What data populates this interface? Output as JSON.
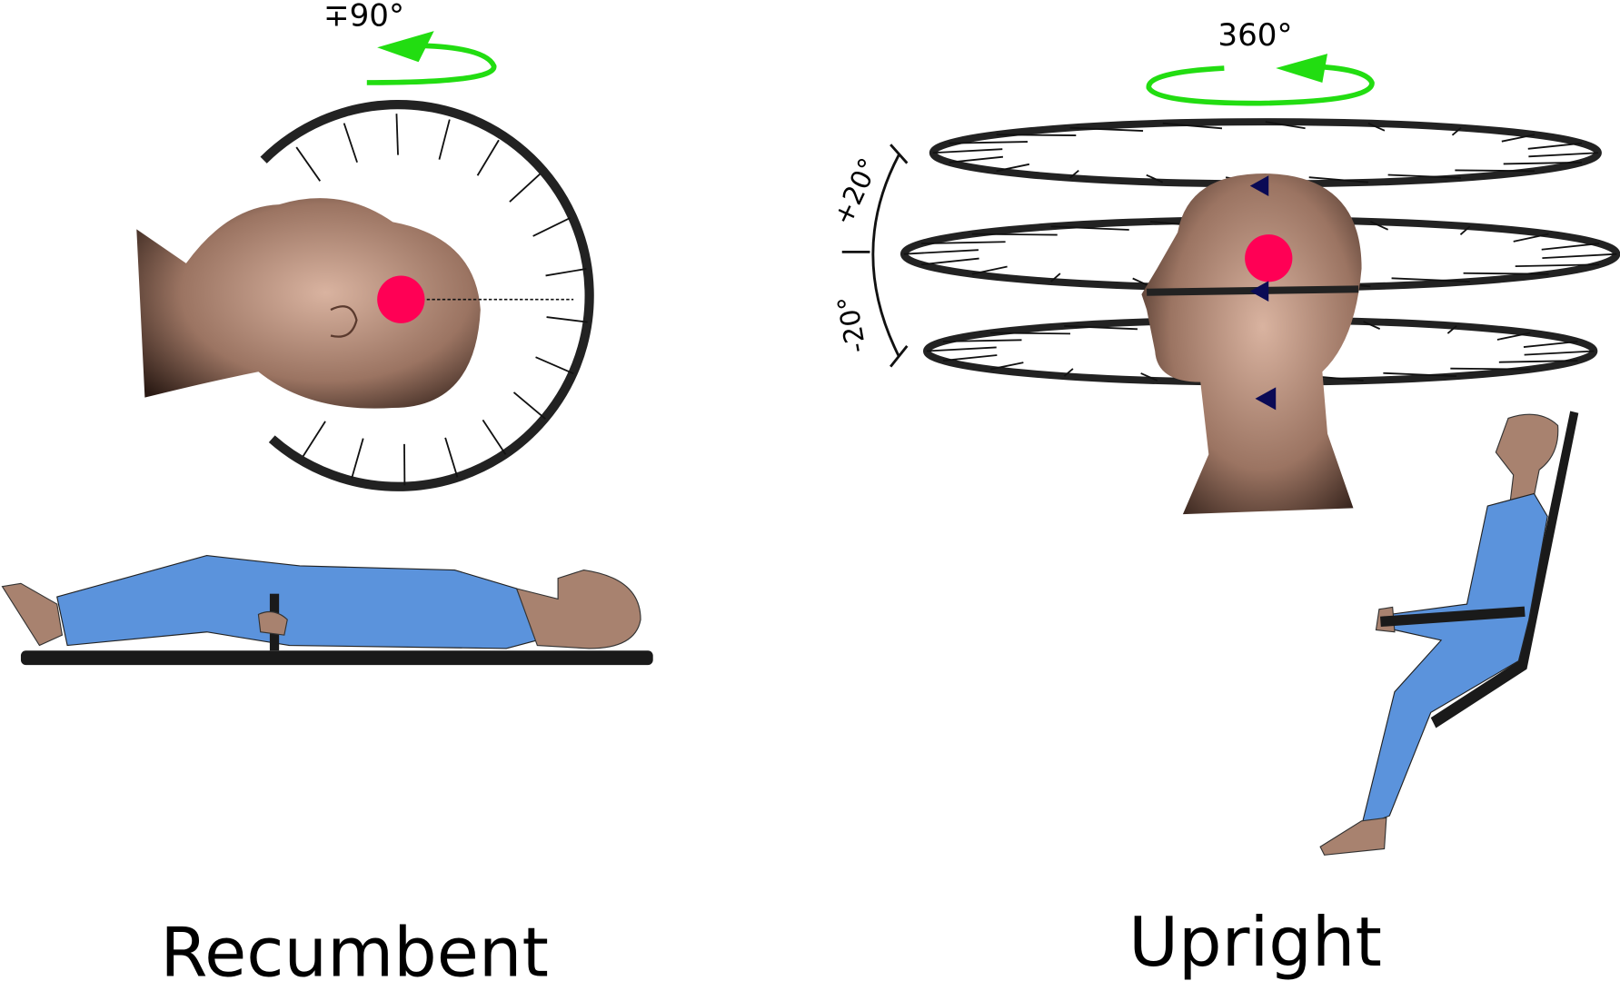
{
  "recumbent": {
    "rotation_label": "∓90°",
    "caption": "Recumbent"
  },
  "upright": {
    "rotation_label": "360°",
    "tilt_up_label": "+20°",
    "tilt_down_label": "-20°",
    "caption": "Upright"
  },
  "colors": {
    "arrow": "#22dd11",
    "target": "#ff0055",
    "skin": "#a8826f",
    "clothes": "#5b93dc",
    "ring": "#222222",
    "marker": "#0a0a55"
  }
}
